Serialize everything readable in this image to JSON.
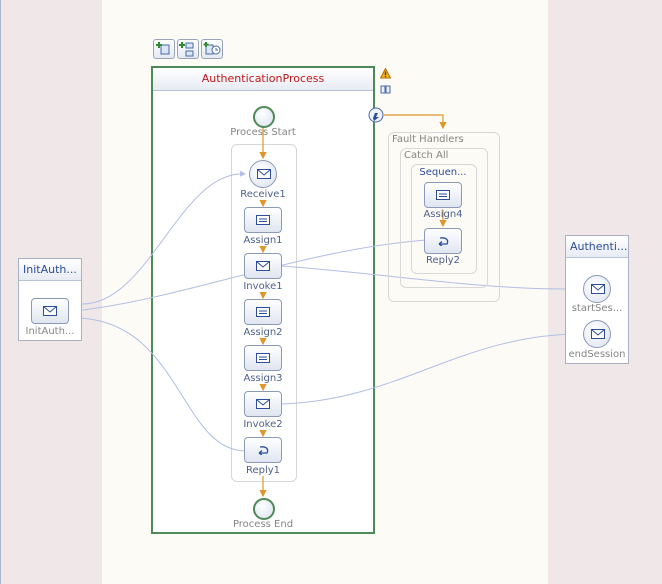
{
  "process": {
    "title": "AuthenticationProcess"
  },
  "start_label": "Process Start",
  "end_label": "Process End",
  "activities": [
    {
      "label": "Receive1",
      "type": "receive"
    },
    {
      "label": "Assign1",
      "type": "assign"
    },
    {
      "label": "Invoke1",
      "type": "invoke"
    },
    {
      "label": "Assign2",
      "type": "assign"
    },
    {
      "label": "Assign3",
      "type": "assign"
    },
    {
      "label": "Invoke2",
      "type": "invoke"
    },
    {
      "label": "Reply1",
      "type": "reply"
    }
  ],
  "fault_handlers": {
    "title": "Fault Handlers",
    "catch_label": "Catch All",
    "sequence_label": "Sequen...",
    "activities": [
      {
        "label": "Assign4",
        "type": "assign"
      },
      {
        "label": "Reply2",
        "type": "reply"
      }
    ]
  },
  "left_partner": {
    "title": "InitAuth...",
    "operation": "InitAuth..."
  },
  "right_partner": {
    "title": "Authenti...",
    "operations": [
      "startSes...",
      "endSession"
    ]
  },
  "icons": [
    "add-icon",
    "add-flow-icon",
    "add-clock-icon",
    "warning-icon",
    "book-icon",
    "event-icon",
    "envelope-icon",
    "assign-icon",
    "reply-icon"
  ],
  "colors": {
    "process_border": "#4e8a56",
    "flow_arrow": "#e0962a",
    "link_line": "#b3bde6",
    "title_red": "#c0181b",
    "label_blue": "#4e5f8c"
  }
}
